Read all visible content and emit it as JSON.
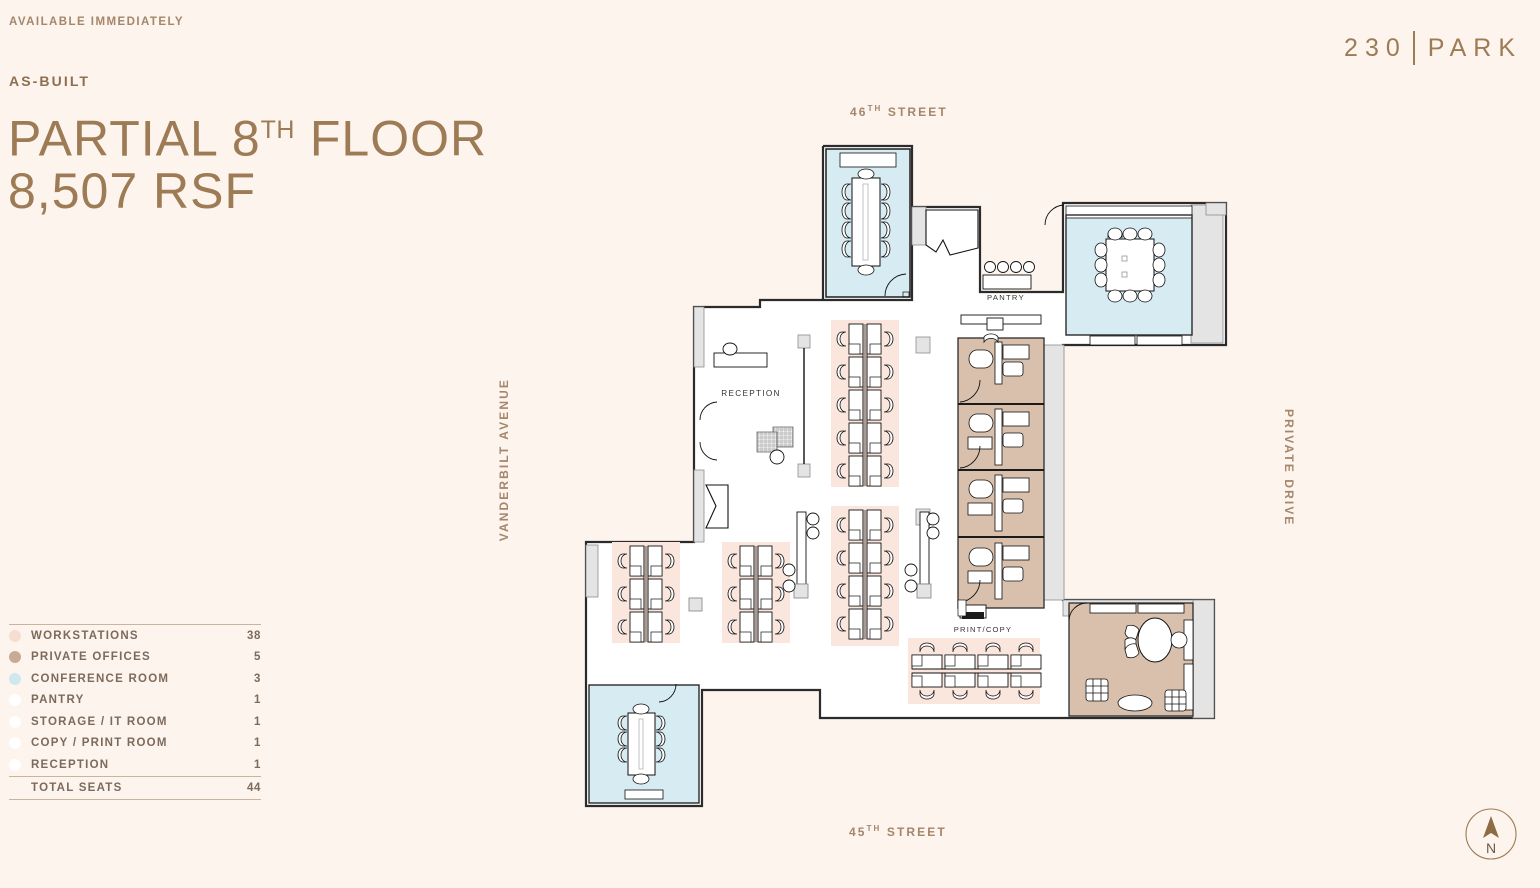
{
  "header": {
    "availability": "AVAILABLE IMMEDIATELY",
    "plan_type": "AS-BUILT",
    "title_line1_pre": "PARTIAL 8",
    "title_line1_sup": "TH",
    "title_line1_post": " FLOOR",
    "title_line2": "8,507 RSF"
  },
  "logo": {
    "number": "230",
    "word": "PARK"
  },
  "legend": {
    "rows": [
      {
        "label": "WORKSTATIONS",
        "count": "38",
        "color": "#f6ddd2"
      },
      {
        "label": "PRIVATE OFFICES",
        "count": "5",
        "color": "#c8ab95"
      },
      {
        "label": "CONFERENCE ROOM",
        "count": "3",
        "color": "#cfe8ef"
      },
      {
        "label": "PANTRY",
        "count": "1",
        "color": "#ffffff"
      },
      {
        "label": "STORAGE / IT ROOM",
        "count": "1",
        "color": "#ffffff"
      },
      {
        "label": "COPY / PRINT ROOM",
        "count": "1",
        "color": "#ffffff"
      },
      {
        "label": "RECEPTION",
        "count": "1",
        "color": "#ffffff"
      }
    ],
    "total_label": "TOTAL SEATS",
    "total_count": "44"
  },
  "streets": {
    "north_pre": "46",
    "north_sup": "TH",
    "north_post": " STREET",
    "south_pre": "45",
    "south_sup": "TH",
    "south_post": " STREET",
    "west": "VANDERBILT AVENUE",
    "east": "PRIVATE DRIVE"
  },
  "compass": {
    "label": "N"
  },
  "plan_labels": {
    "reception": "RECEPTION",
    "pantry": "PANTRY",
    "print_copy": "PRINT/COPY"
  },
  "colors": {
    "background": "#fdf4ee",
    "ink": "#9d7b55",
    "text_muted": "#a4866a",
    "workstation_fill": "#fbe6dd",
    "office_fill": "#d8c0ac",
    "conference_fill": "#d6ecf2",
    "wall_stroke": "#1b1b1b",
    "core_fill": "#e2e2e2",
    "floor_fill": "#ffffff"
  }
}
